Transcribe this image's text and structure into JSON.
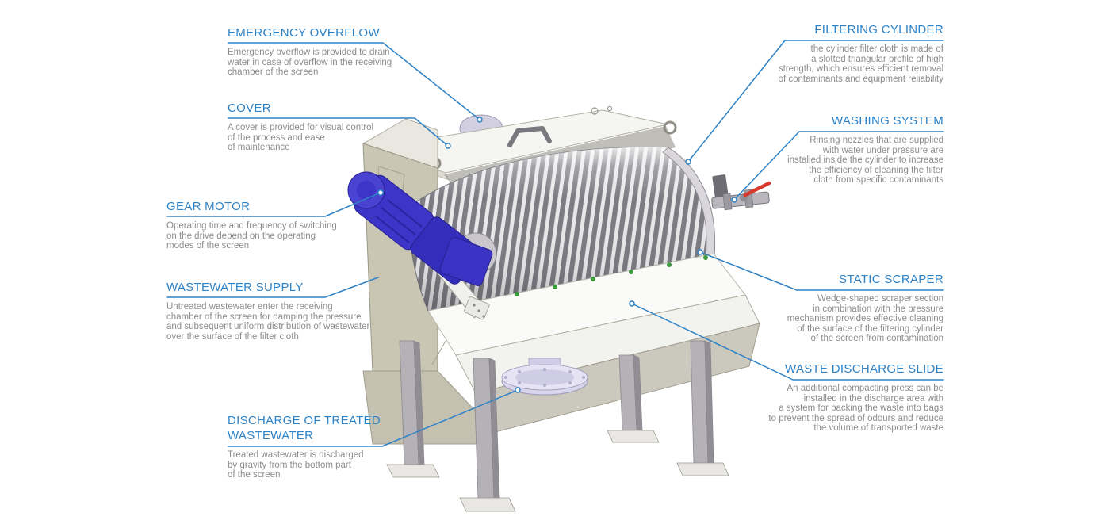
{
  "callouts": {
    "left": [
      {
        "id": "emergency-overflow",
        "title": "EMERGENCY OVERFLOW",
        "description": "Emergency overflow is provided to drain\nwater in case of overflow in the receiving\nchamber of the screen"
      },
      {
        "id": "cover",
        "title": "COVER",
        "description": "A cover is provided for visual control\nof the process and ease\nof maintenance"
      },
      {
        "id": "gear-motor",
        "title": "GEAR MOTOR",
        "description": "Operating time and frequency of switching\non the drive depend on the operating\nmodes of the screen"
      },
      {
        "id": "wastewater-supply",
        "title": "WASTEWATER SUPPLY",
        "description": "Untreated wastewater enter the receiving\nchamber of the screen for damping the pressure\nand subsequent uniform distribution of wastewater\nover the surface of the filter cloth"
      },
      {
        "id": "discharge-of-treated-wastewater",
        "title": "DISCHARGE OF TREATED\nWASTEWATER",
        "description": "Treated wastewater is discharged\nby gravity from the bottom part\nof the screen"
      }
    ],
    "right": [
      {
        "id": "filtering-cylinder",
        "title": "FILTERING CYLINDER",
        "description": "the cylinder filter cloth is made of\na slotted triangular profile of high\nstrength, which ensures efficient removal\nof contaminants and equipment reliability"
      },
      {
        "id": "washing-system",
        "title": "WASHING SYSTEM",
        "description": "Rinsing nozzles that are supplied\nwith water under pressure are\ninstalled inside the cylinder to increase\nthe efficiency of cleaning the filter\ncloth from specific contaminants"
      },
      {
        "id": "static-scraper",
        "title": "STATIC SCRAPER",
        "description": "Wedge-shaped scraper section\nin combination with the pressure\nmechanism provides effective cleaning\nof the surface of the filtering cylinder\nof the screen from contamination"
      },
      {
        "id": "waste-discharge-slide",
        "title": "WASTE DISCHARGE SLIDE",
        "description": "An additional compacting press can be\ninstalled in the discharge area with\na system for packing the waste into bags\nto prevent the spread of odours and reduce\nthe volume of transported waste"
      }
    ]
  },
  "colors": {
    "accent_blue": "#2e82c6",
    "body_text": "#8c8c8c",
    "machine_beige": "#c9c6b4",
    "cover_white": "#f5f5f2",
    "drum_rib_dark": "#7c7b82",
    "drum_rib_light": "#e9e8ea",
    "motor_blue": "#3c35c8",
    "valve_red": "#d63a2a",
    "bolt_green": "#3f9b3f"
  }
}
